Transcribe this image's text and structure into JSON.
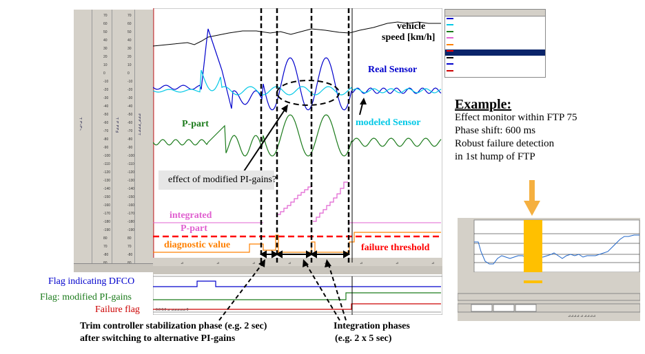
{
  "labels": {
    "vehicle_speed_line1": "vehicle",
    "vehicle_speed_line2": "speed [km/h]",
    "real_sensor": "Real Sensor",
    "modeled_sensor": "modeled Sensor",
    "p_part": "P-part",
    "effect_question": "effect of modified PI-gains?",
    "integrated": "integrated",
    "p_part_lower": "P-part",
    "diagnostic_value": "diagnostic value",
    "failure_threshold": "failure threshold"
  },
  "flags": {
    "dfco": "Flag indicating DFCO",
    "modified_gains": "Flag: modified PI-gains",
    "failure": "Failure flag"
  },
  "annotations": {
    "trim_line1": "Trim controller stabilization phase (e.g. 2 sec)",
    "trim_line2": "after switching to alternative PI-gains",
    "integration_line1": "Integration phases",
    "integration_line2": "(e.g. 2 x 5 sec)"
  },
  "example": {
    "title": "Example:",
    "line1": "Effect monitor within FTP 75",
    "line2": "Phase shift: 600 ms",
    "line3": "Robust failure detection",
    "line4": "in 1st hump of FTP"
  },
  "colors": {
    "real_sensor": "#0000cc",
    "modeled_sensor": "#00c8e6",
    "p_part": "#1a7a1a",
    "integrated": "#e060d0",
    "diagnostic": "#ff8000",
    "threshold": "#ff0000",
    "highlight_bar": "#ffc000",
    "arrow_down": "#f5b040"
  },
  "scale_ticks": [
    "70",
    "60",
    "50",
    "40",
    "30",
    "20",
    "10",
    "0",
    "-10",
    "-20",
    "-30",
    "-40",
    "-50",
    "-60",
    "-70",
    "-80",
    "-90",
    "-100",
    "-110",
    "-120",
    "-130",
    "-140",
    "-150",
    "-160",
    "-170",
    "-180",
    "-190",
    "80",
    "70",
    "-80",
    "80",
    "-00"
  ]
}
